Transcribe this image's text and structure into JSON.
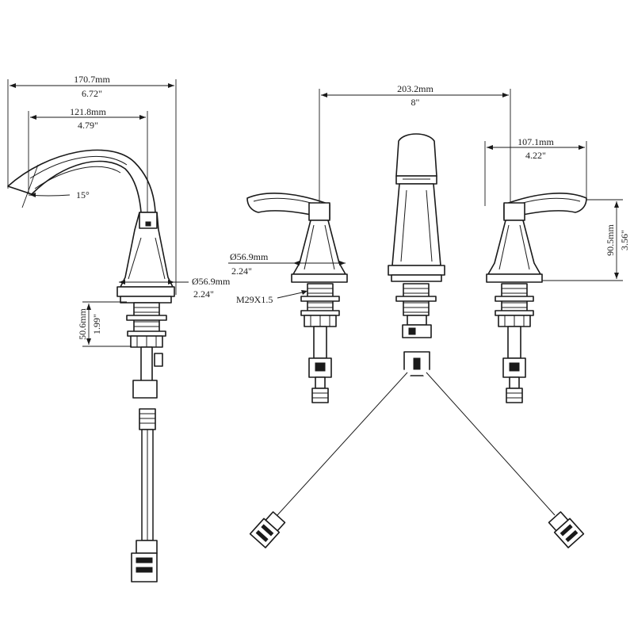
{
  "dimensions": {
    "overall_reach_mm": "170.7mm",
    "overall_reach_in": "6.72\"",
    "spout_reach_mm": "121.8mm",
    "spout_reach_in": "4.79\"",
    "spout_angle": "15°",
    "spout_base_dia_mm": "Ø56.9mm",
    "spout_base_dia_in": "2.24\"",
    "shank_length_mm": "50.6mm",
    "shank_length_in": "1.99\"",
    "center_spread_mm": "203.2mm",
    "center_spread_in": "8\"",
    "handle_base_dia_mm": "Ø56.9mm",
    "handle_base_dia_in": "2.24\"",
    "thread_size": "M29X1.5",
    "handle_length_mm": "107.1mm",
    "handle_length_in": "4.22\"",
    "handle_height_mm": "90.5mm",
    "handle_height_in": "3.56\""
  }
}
